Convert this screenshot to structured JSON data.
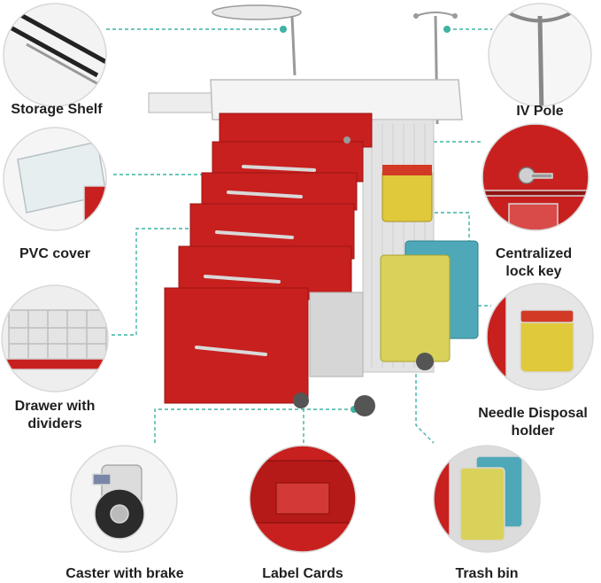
{
  "colors": {
    "accent_red": "#c8201e",
    "leader_teal": "#3fb3a4",
    "bin_yellow": "#d9d25a",
    "bin_teal": "#4fa8b8",
    "frame_white": "#f2f2f2"
  },
  "callouts": {
    "storage_shelf": "Storage Shelf",
    "iv_pole": "IV Pole",
    "pvc_cover": "PVC cover",
    "lock_key_line1": "Centralized",
    "lock_key_line2": "lock key",
    "drawer_line1": "Drawer with",
    "drawer_line2": "dividers",
    "needle_line1": "Needle Disposal",
    "needle_line2": "holder",
    "caster": "Caster with brake",
    "label_cards": "Label Cards",
    "trash_bin": "Trash bin"
  }
}
